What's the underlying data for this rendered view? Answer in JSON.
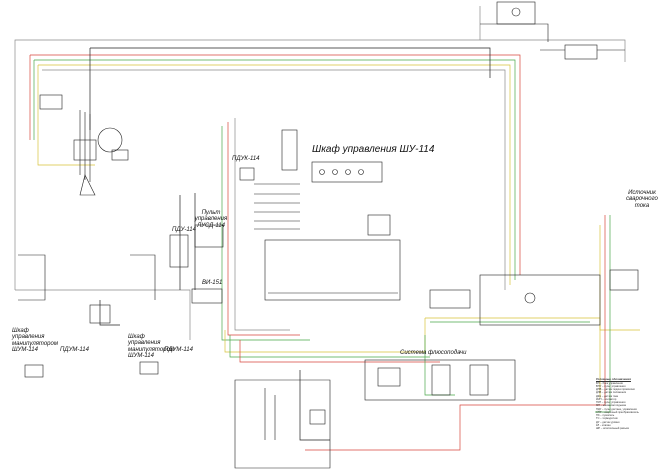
{
  "labels": {
    "shu_cabinet": "Шкаф управления ШУ-114",
    "pduk": "ПДУК-114",
    "lusd_panel": "Пульт управления ЛУСД-114",
    "pdu": "ПДУ-114",
    "vi": "ВИ-151",
    "manip_cabinet_left": "Шкаф управления манипулятором ШУМ-114",
    "pdum_left": "ПДУМ-114",
    "manip_cabinet_mid": "Шкаф управления манипулятором ШУМ-114",
    "pdum_mid": "ПДУМ-114",
    "flux_system": "Система флюсоподачи",
    "power_source": "Источник сварочного тока"
  },
  "legend": {
    "title": "Условные обозначения",
    "items": [
      "ВП – блок управления",
      "ВПУ – пульт управления",
      "ДПВ – датчик подачи проволоки",
      "ДЛВ – датчик положения",
      "ДКН – датчик тока",
      "КМП – контактор",
      "ПУЛ – пульт управления",
      "МП – механизм подъема",
      "ПДУ – пульт дистанц. управления",
      "СПР – сварочный преобразователь",
      "ПЗ – пускатель",
      "ТС – термодатчик",
      "ДУ – датчик уровня",
      "КЛ – клапан",
      "ШР – штепсельный разъем"
    ]
  },
  "colors": {
    "red": "#d8463c",
    "green": "#4aa64a",
    "yellow": "#d8c23a",
    "grey": "#8a8a8a",
    "black": "#222222"
  }
}
